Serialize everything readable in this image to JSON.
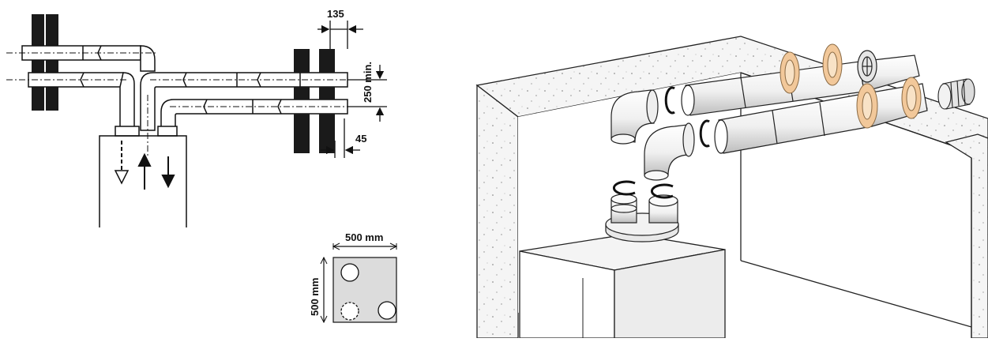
{
  "left_diagram": {
    "dimension_top": "135",
    "dimension_vertical": "250 min.",
    "dimension_bottom": "45",
    "grid_width_label": "500 mm",
    "grid_height_label": "500 mm"
  },
  "colors": {
    "line": "#111111",
    "wall_fill": "#1a1a1a",
    "pipe_fill": "#ffffff",
    "grid_fill": "#dcdcdc",
    "gasket": "#f2c89a",
    "wall_speckle": "#f4f4f4"
  }
}
